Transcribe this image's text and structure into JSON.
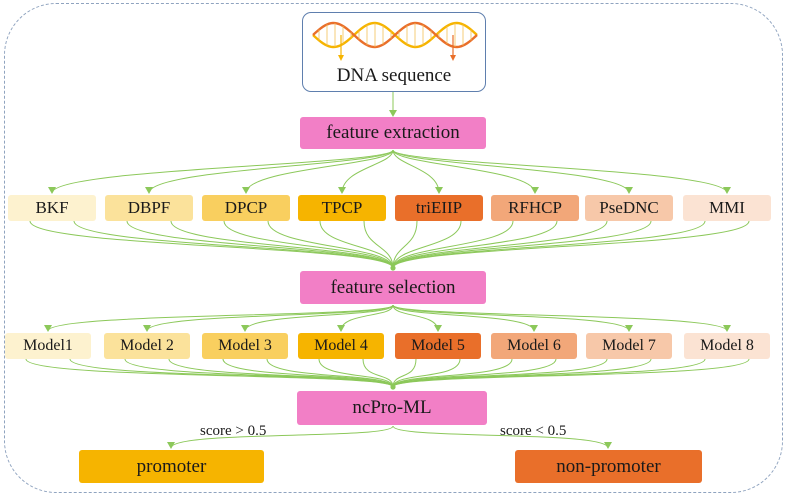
{
  "dna": {
    "label": "DNA sequence"
  },
  "steps": {
    "extraction": "feature extraction",
    "selection": "feature selection",
    "classifier": "ncPro-ML"
  },
  "features": [
    {
      "label": "BKF",
      "color": "#fdf2cf"
    },
    {
      "label": "DBPF",
      "color": "#fbe29b"
    },
    {
      "label": "DPCP",
      "color": "#f9cf5f"
    },
    {
      "label": "TPCP",
      "color": "#f6b400"
    },
    {
      "label": "triEIIP",
      "color": "#e96f2a"
    },
    {
      "label": "RFHCP",
      "color": "#f2a779"
    },
    {
      "label": "PseDNC",
      "color": "#f7c8a9"
    },
    {
      "label": "MMI",
      "color": "#fbe3d3"
    }
  ],
  "models": [
    {
      "label": "Model1",
      "color": "#fdf2cf"
    },
    {
      "label": "Model 2",
      "color": "#fbe29b"
    },
    {
      "label": "Model 3",
      "color": "#f9cf5f"
    },
    {
      "label": "Model 4",
      "color": "#f6b400"
    },
    {
      "label": "Model 5",
      "color": "#e96f2a"
    },
    {
      "label": "Model 6",
      "color": "#f2a779"
    },
    {
      "label": "Model 7",
      "color": "#f7c8a9"
    },
    {
      "label": "Model 8",
      "color": "#fbe3d3"
    }
  ],
  "outputs": {
    "promoter": {
      "label": "promoter",
      "condition": "score > 0.5",
      "color": "#f6b400"
    },
    "non_promoter": {
      "label": "non-promoter",
      "condition": "score < 0.5",
      "color": "#e96f2a"
    }
  },
  "colors": {
    "step_box": "#f27fc6",
    "connector": "#8cc85a",
    "frame": "#8fa3bf",
    "helix_a": "#f6b400",
    "helix_b": "#e96f2a"
  }
}
